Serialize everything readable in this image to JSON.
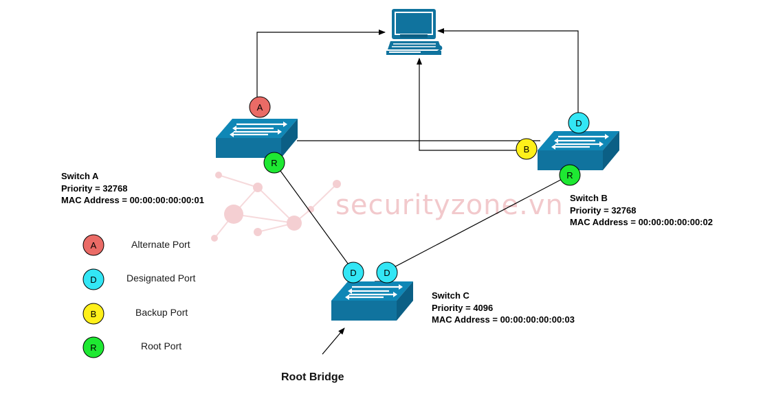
{
  "watermark": {
    "text": "securityzone.vn",
    "color": "#f2c9cc"
  },
  "colors": {
    "switch_face": "#10739e",
    "switch_top": "#0f87b6",
    "switch_side": "#0b5f85",
    "alternate": "#ea6b66",
    "designated": "#33e6f5",
    "backup": "#fff01a",
    "root": "#1ee832",
    "line": "#000000"
  },
  "switches": {
    "a": {
      "name": "Switch A",
      "priority": "Priority = 32768",
      "mac": "MAC Address = 00:00:00:00:00:01"
    },
    "b": {
      "name": "Switch B",
      "priority": "Priority = 32768",
      "mac": "MAC Address = 00:00:00:00:00:02"
    },
    "c": {
      "name": "Switch C",
      "priority": "Priority = 4096",
      "mac": "MAC Address = 00:00:00:00:00:03"
    }
  },
  "ports": {
    "a_alternate": "A",
    "a_root": "R",
    "b_designated": "D",
    "b_backup": "B",
    "b_root": "R",
    "c_designated_1": "D",
    "c_designated_2": "D"
  },
  "legend": [
    {
      "letter": "A",
      "label": "Alternate Port"
    },
    {
      "letter": "D",
      "label": "Designated Port"
    },
    {
      "letter": "B",
      "label": "Backup Port"
    },
    {
      "letter": "R",
      "label": "Root Port"
    }
  ],
  "root_bridge_label": "Root Bridge",
  "computer_icon": "computer-icon",
  "question_mark": "?"
}
